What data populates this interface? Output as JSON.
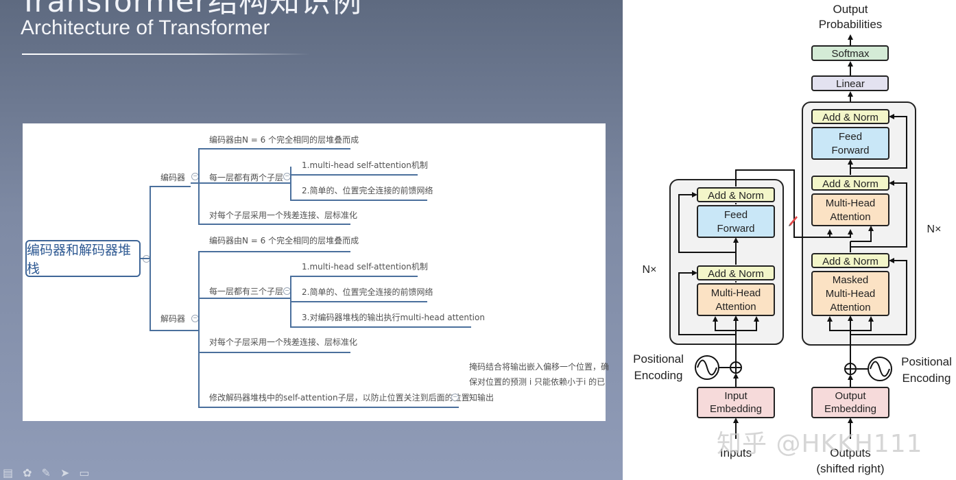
{
  "slide": {
    "title": "Transformer结构知识例",
    "subtitle": "Architecture of Transformer"
  },
  "mindmap": {
    "root": "编码器和解码器堆栈",
    "encoder": {
      "label": "编码器",
      "items": [
        "编码器由N = 6 个完全相同的层堆叠而成",
        "每一层都有两个子层",
        "对每个子层采用一个残差连接、层标准化"
      ],
      "sublayers": [
        "1.multi-head self-attention机制",
        "2.简单的、位置完全连接的前馈网络"
      ]
    },
    "decoder": {
      "label": "解码器",
      "items": [
        "编码器由N = 6 个完全相同的层堆叠而成",
        "每一层都有三个子层",
        "对每个子层采用一个残差连接、层标准化",
        "修改解码器堆栈中的self-attention子层，以防止位置关注到后面的位置"
      ],
      "sublayers": [
        "1.multi-head self-attention机制",
        "2.简单的、位置完全连接的前馈网络",
        "3.对编码器堆栈的输出执行multi-head attention"
      ],
      "mask_note": [
        "掩码结合将输出嵌入偏移一个位置，确",
        "保对位置的预测 i 只能依赖小于i 的已",
        "知输出"
      ]
    }
  },
  "diagram": {
    "output_probabilities": [
      "Output",
      "Probabilities"
    ],
    "softmax": "Softmax",
    "linear": "Linear",
    "add_norm": "Add & Norm",
    "feed_forward": [
      "Feed",
      "Forward"
    ],
    "multi_head_attention": [
      "Multi-Head",
      "Attention"
    ],
    "masked_multi_head_attention": [
      "Masked",
      "Multi-Head",
      "Attention"
    ],
    "nx": "N×",
    "positional_encoding": [
      "Positional",
      "Encoding"
    ],
    "input_embedding": [
      "Input",
      "Embedding"
    ],
    "output_embedding": [
      "Output",
      "Embedding"
    ],
    "inputs": "Inputs",
    "outputs": [
      "Outputs",
      "(shifted right)"
    ],
    "colors": {
      "add_norm": "#f3f6c9",
      "feed_forward": "#c9e7f7",
      "attention": "#fbe2c4",
      "embedding": "#f6dada",
      "linear": "#e3e2f0",
      "softmax": "#d4ebd6",
      "block": "#f2f2f2"
    }
  },
  "watermark": "知乎 @HKKH111",
  "toolbar": {
    "icons": [
      "notes-icon",
      "palette-icon",
      "pen-icon",
      "pointer-icon",
      "camera-icon"
    ],
    "glyphs": [
      "▤",
      "✿",
      "✎",
      "➤",
      "▭"
    ]
  }
}
